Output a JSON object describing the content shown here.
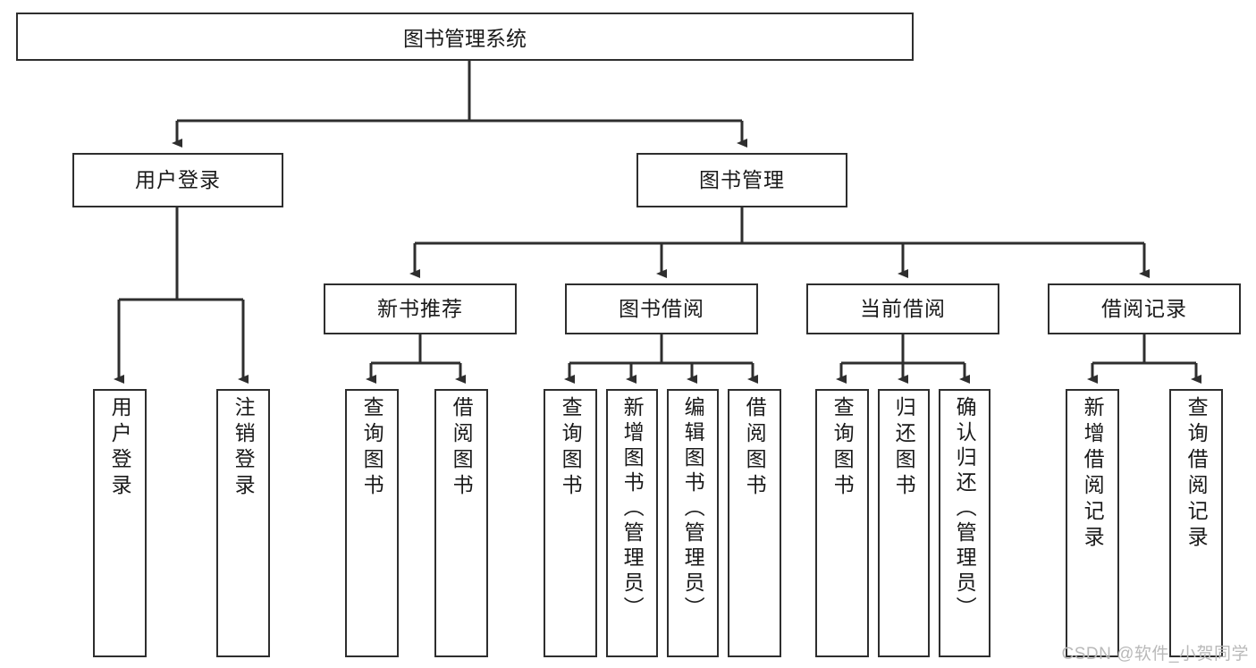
{
  "diagram": {
    "type": "tree-hierarchy-chart",
    "title": "图书管理系统",
    "root": {
      "id": "root",
      "label": "图书管理系统"
    },
    "level2": [
      {
        "id": "user-login",
        "label": "用户登录"
      },
      {
        "id": "book-management",
        "label": "图书管理"
      }
    ],
    "level3": [
      {
        "id": "new-book-recommend",
        "label": "新书推荐",
        "parent": "book-management"
      },
      {
        "id": "book-borrow",
        "label": "图书借阅",
        "parent": "book-management"
      },
      {
        "id": "current-borrow",
        "label": "当前借阅",
        "parent": "book-management"
      },
      {
        "id": "borrow-record",
        "label": "借阅记录",
        "parent": "book-management"
      }
    ],
    "leaves": {
      "user_login": [
        {
          "id": "leaf-user-login",
          "label": "用户登录"
        },
        {
          "id": "leaf-user-logout",
          "label": "注销登录"
        }
      ],
      "new_book_recommend": [
        {
          "id": "leaf-query-book-1",
          "label": "查询图书"
        },
        {
          "id": "leaf-borrow-book-1",
          "label": "借阅图书"
        }
      ],
      "book_borrow": [
        {
          "id": "leaf-query-book-2",
          "label": "查询图书"
        },
        {
          "id": "leaf-add-book",
          "label": "新增图书（管理员）"
        },
        {
          "id": "leaf-edit-book",
          "label": "编辑图书（管理员）"
        },
        {
          "id": "leaf-borrow-book-2",
          "label": "借阅图书"
        }
      ],
      "current_borrow": [
        {
          "id": "leaf-query-book-3",
          "label": "查询图书"
        },
        {
          "id": "leaf-return-book",
          "label": "归还图书"
        },
        {
          "id": "leaf-confirm-return",
          "label": "确认归还（管理员）"
        }
      ],
      "borrow_record": [
        {
          "id": "leaf-add-record",
          "label": "新增借阅记录"
        },
        {
          "id": "leaf-query-record",
          "label": "查询借阅记录"
        }
      ]
    }
  },
  "watermark": {
    "text": "CSDN @软件_小贺同学"
  },
  "colors": {
    "stroke": "#2e2e2e",
    "text": "#1a1a1a",
    "background": "#ffffff",
    "watermark": "#b9b9b9"
  }
}
